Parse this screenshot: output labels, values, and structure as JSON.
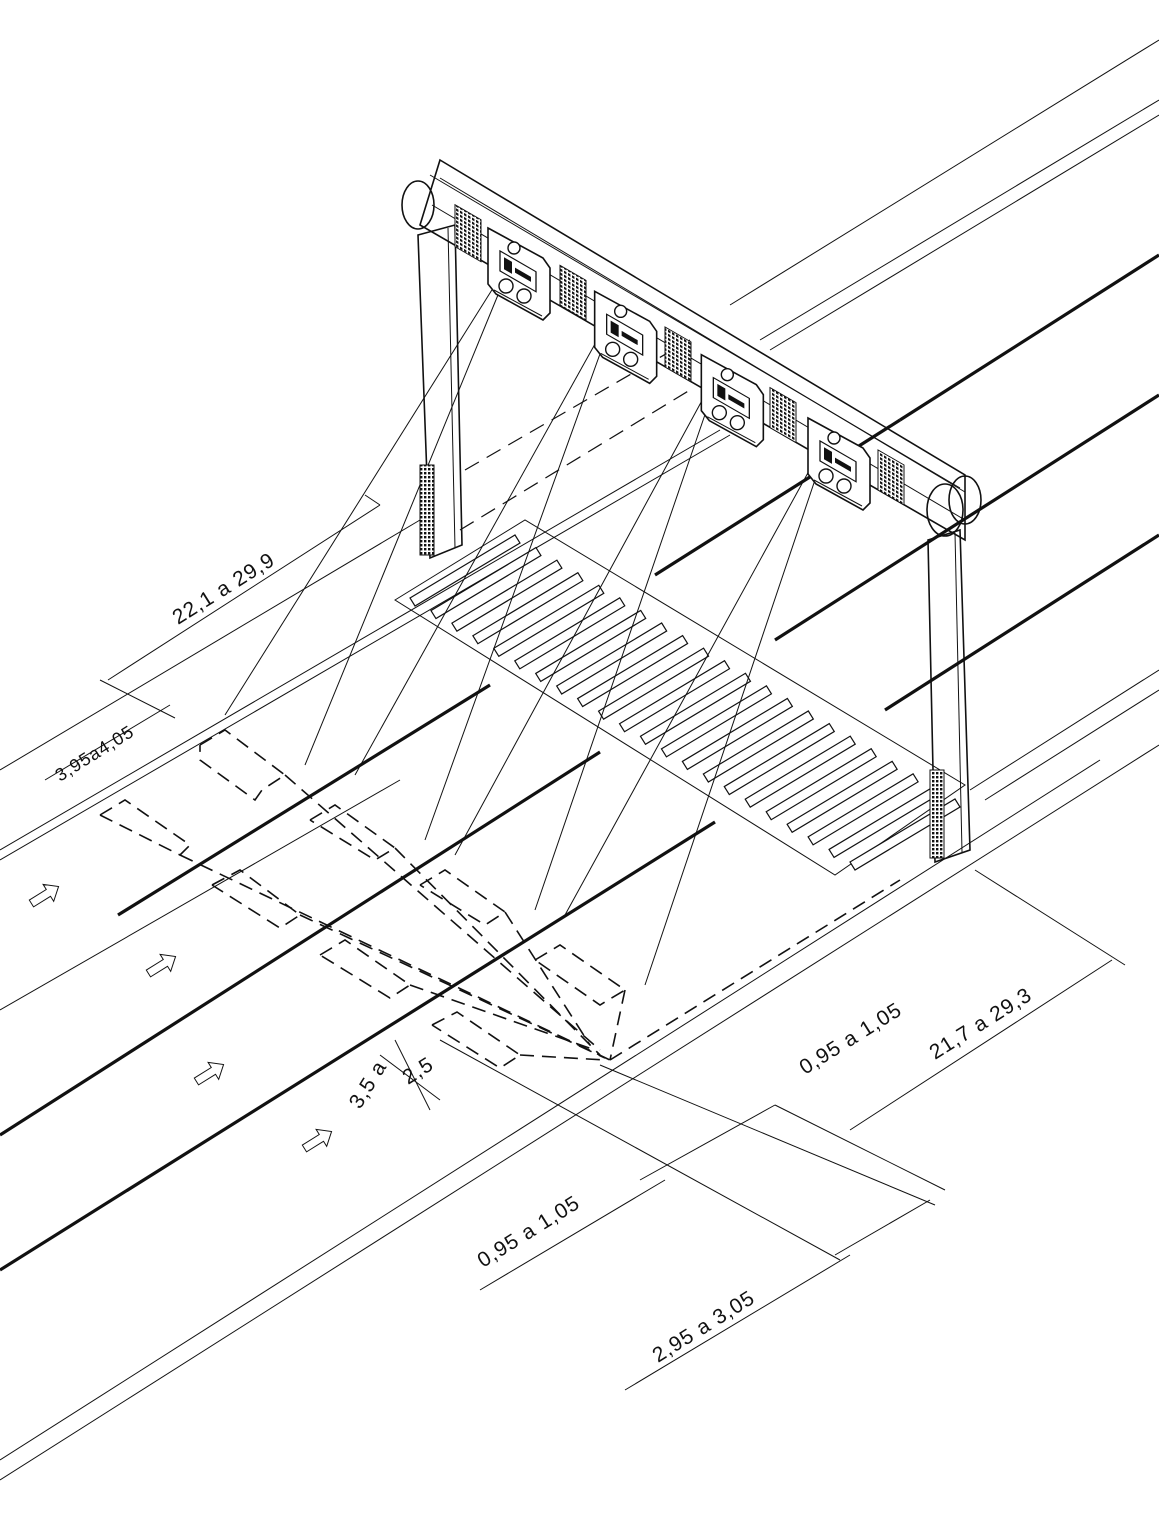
{
  "drawing": {
    "dimensions": {
      "d1": "22,1 a 29,9",
      "d2": "3,95a4,05",
      "d3": "0,95 a 1,05",
      "d4": "21,7 a 29,3",
      "d5": "2,5",
      "d6": "3,5 a",
      "d7": "0,95 a 1,05",
      "d8": "2,95 a 3,05"
    },
    "camera_count": 4,
    "lane_arrows": 4,
    "crossing_stripes": 22
  }
}
